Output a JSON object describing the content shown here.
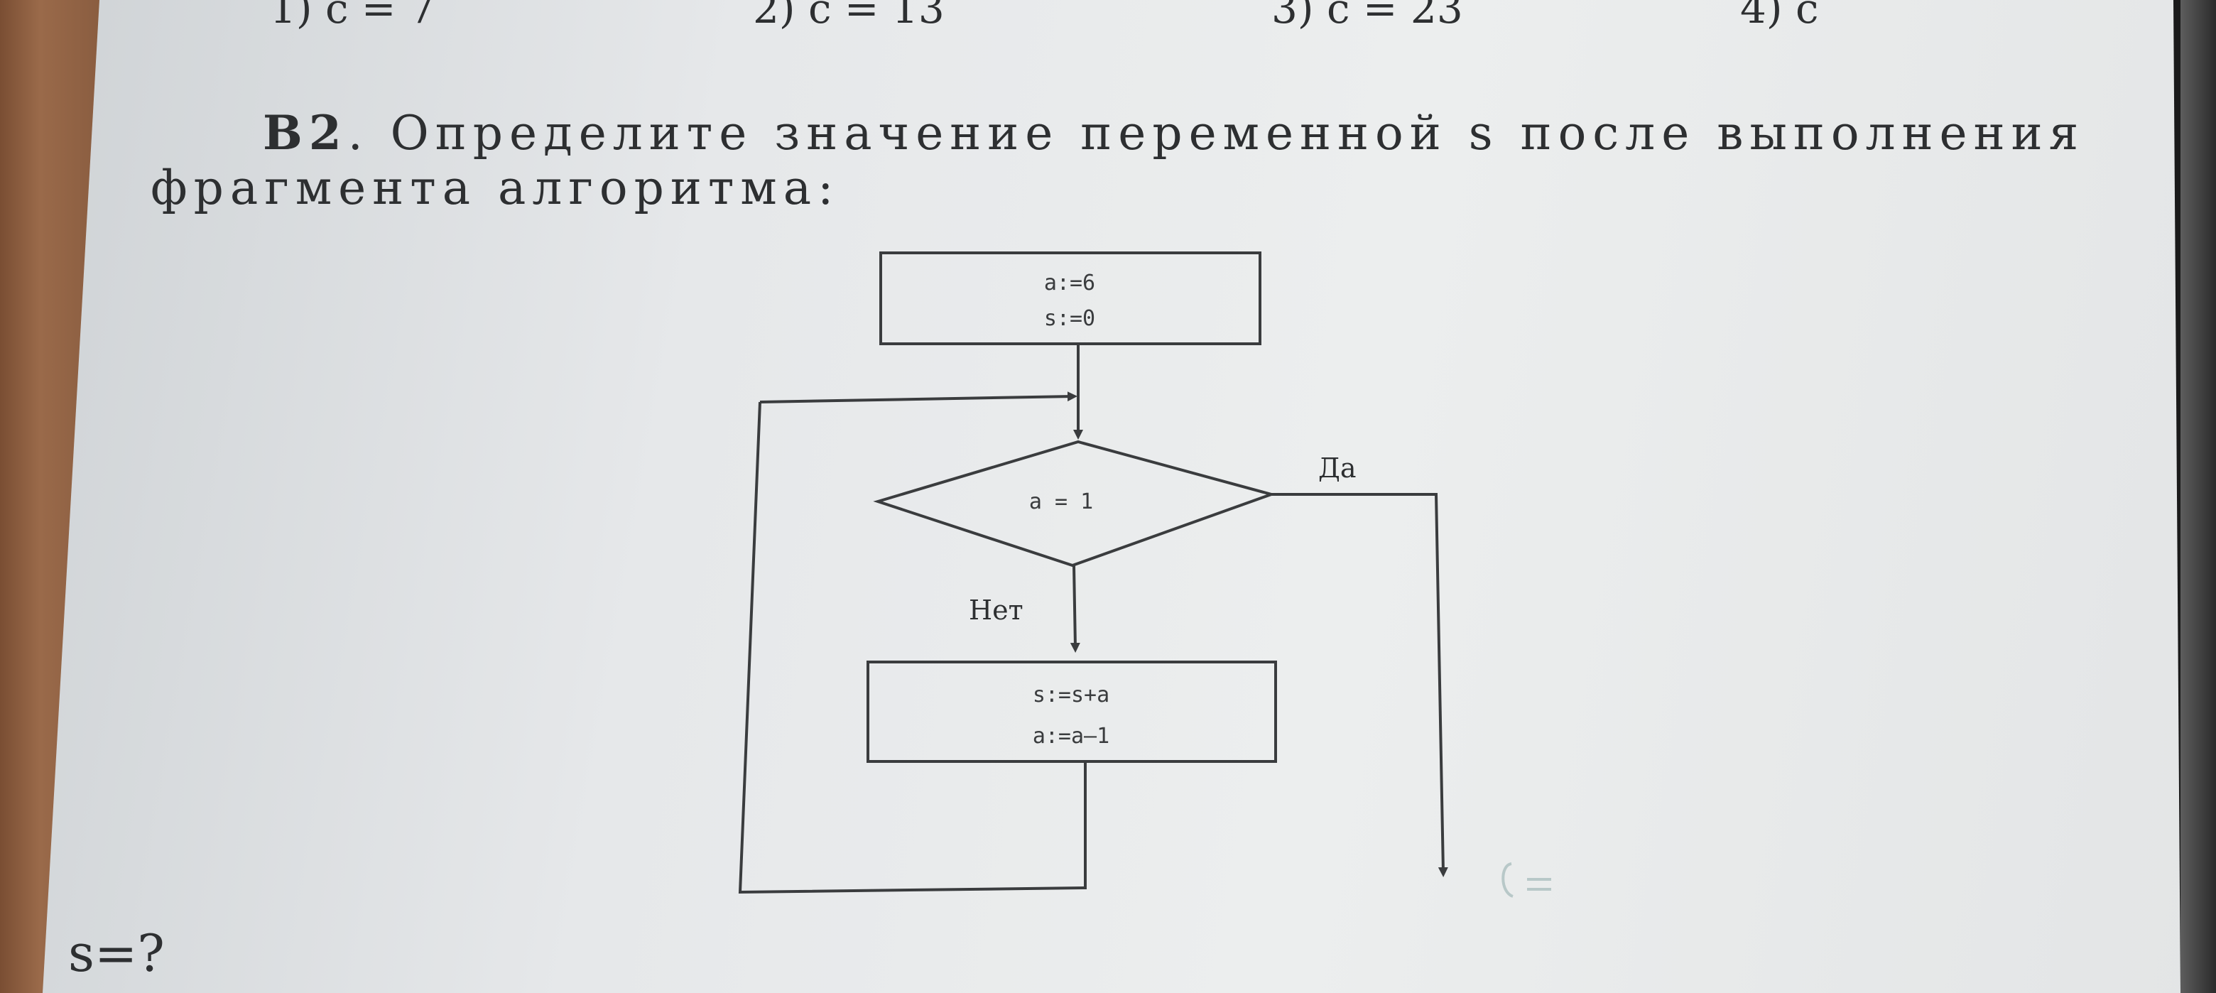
{
  "answer_options": [
    "1) c = 7",
    "2) c = 13",
    "3) c = 23",
    "4) c"
  ],
  "task": {
    "number": "B2",
    "text_line1": ". Определите значение переменной s после выполнения",
    "text_line2": "фрагмента алгоритма:"
  },
  "flowchart": {
    "init": {
      "line1": "a:=6",
      "line2": "s:=0"
    },
    "condition": "a = 1",
    "yes_label": "Да",
    "no_label": "Нет",
    "body": {
      "line1": "s:=s+a",
      "line2": "a:=a–1"
    }
  },
  "question": "s=?"
}
